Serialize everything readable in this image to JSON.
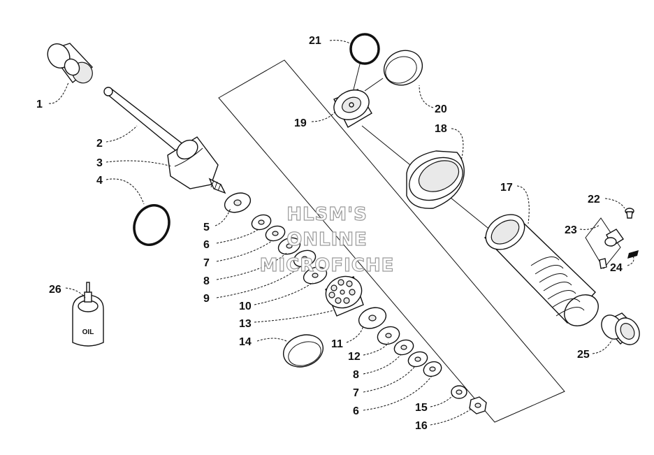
{
  "callouts": {
    "c1": "1",
    "c2": "2",
    "c3": "3",
    "c4": "4",
    "c5": "5",
    "c6a": "6",
    "c7a": "7",
    "c8a": "8",
    "c9": "9",
    "c10": "10",
    "c11": "11",
    "c12": "12",
    "c13": "13",
    "c14": "14",
    "c15": "15",
    "c16": "16",
    "c17": "17",
    "c18": "18",
    "c19": "19",
    "c20": "20",
    "c21": "21",
    "c22": "22",
    "c23": "23",
    "c24": "24",
    "c25": "25",
    "c26": "26",
    "c8b": "8",
    "c7b": "7",
    "c6b": "6"
  },
  "oil_label": "OIL",
  "watermark": {
    "line1": "HLSM'S",
    "line2": "ONLINE",
    "line3": "MICROFICHE"
  },
  "colors": {
    "ink": "#111111",
    "watermark_outline": "#9a9a9a",
    "background": "#ffffff"
  }
}
